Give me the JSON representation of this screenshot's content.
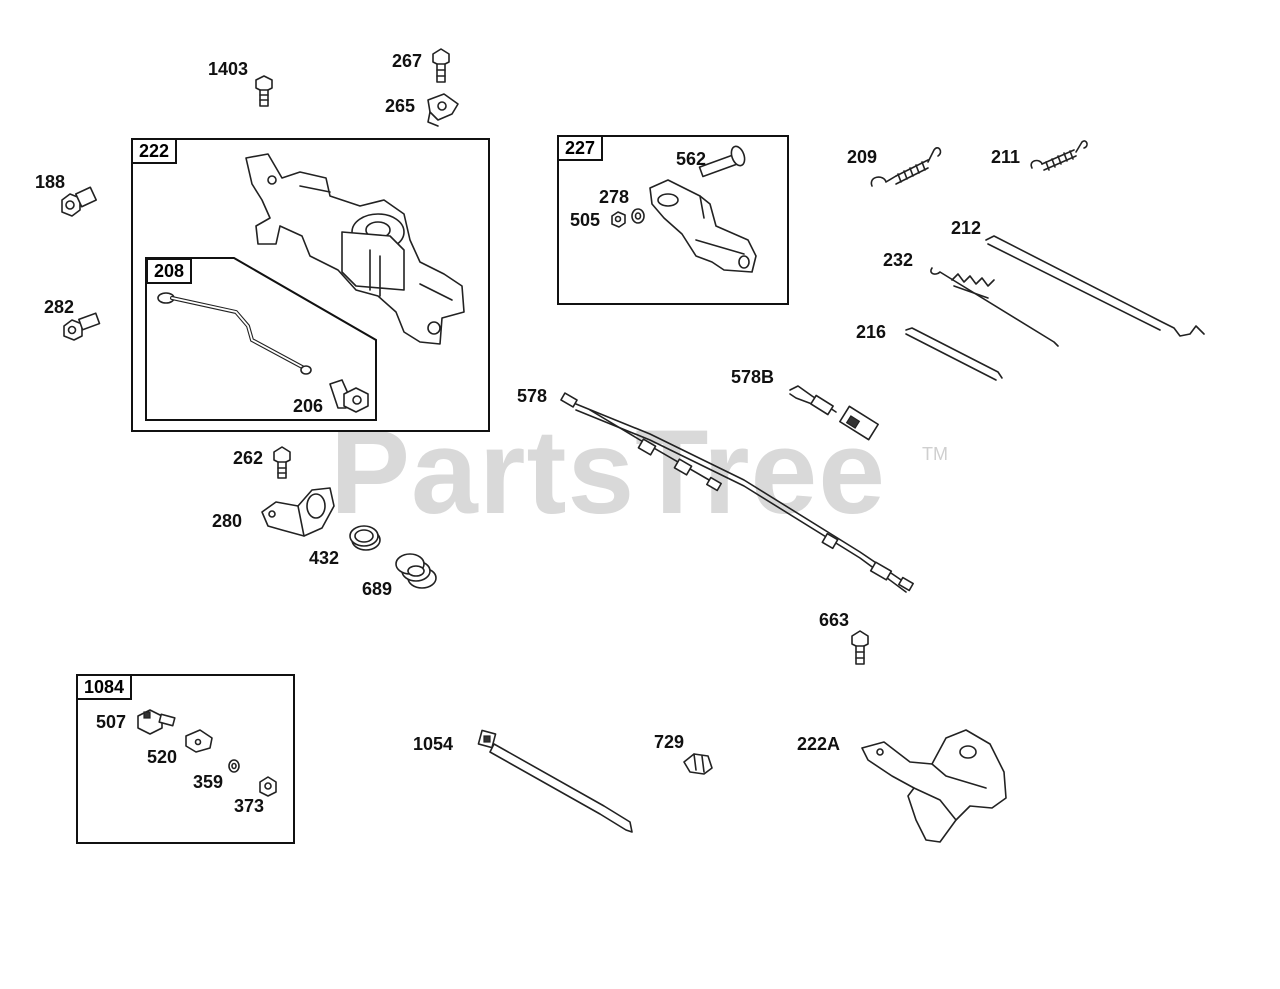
{
  "watermark": {
    "text": "PartsTree",
    "tm": "TM"
  },
  "assemblies": [
    {
      "id": "box-222",
      "tag": "222"
    },
    {
      "id": "box-208",
      "tag": "208"
    },
    {
      "id": "box-227",
      "tag": "227"
    },
    {
      "id": "box-1084",
      "tag": "1084"
    }
  ],
  "labels": {
    "p1403": "1403",
    "p267": "267",
    "p265": "265",
    "p188": "188",
    "p282": "282",
    "p206": "206",
    "p262": "262",
    "p280": "280",
    "p432": "432",
    "p689": "689",
    "p562": "562",
    "p278": "278",
    "p505": "505",
    "p209": "209",
    "p211": "211",
    "p212": "212",
    "p232": "232",
    "p216": "216",
    "p578B": "578B",
    "p578": "578",
    "p663": "663",
    "p507": "507",
    "p520": "520",
    "p359": "359",
    "p373": "373",
    "p1054": "1054",
    "p729": "729",
    "p222A": "222A"
  },
  "colors": {
    "line": "#222222",
    "watermark": "#d9d9d9",
    "background": "#ffffff"
  }
}
